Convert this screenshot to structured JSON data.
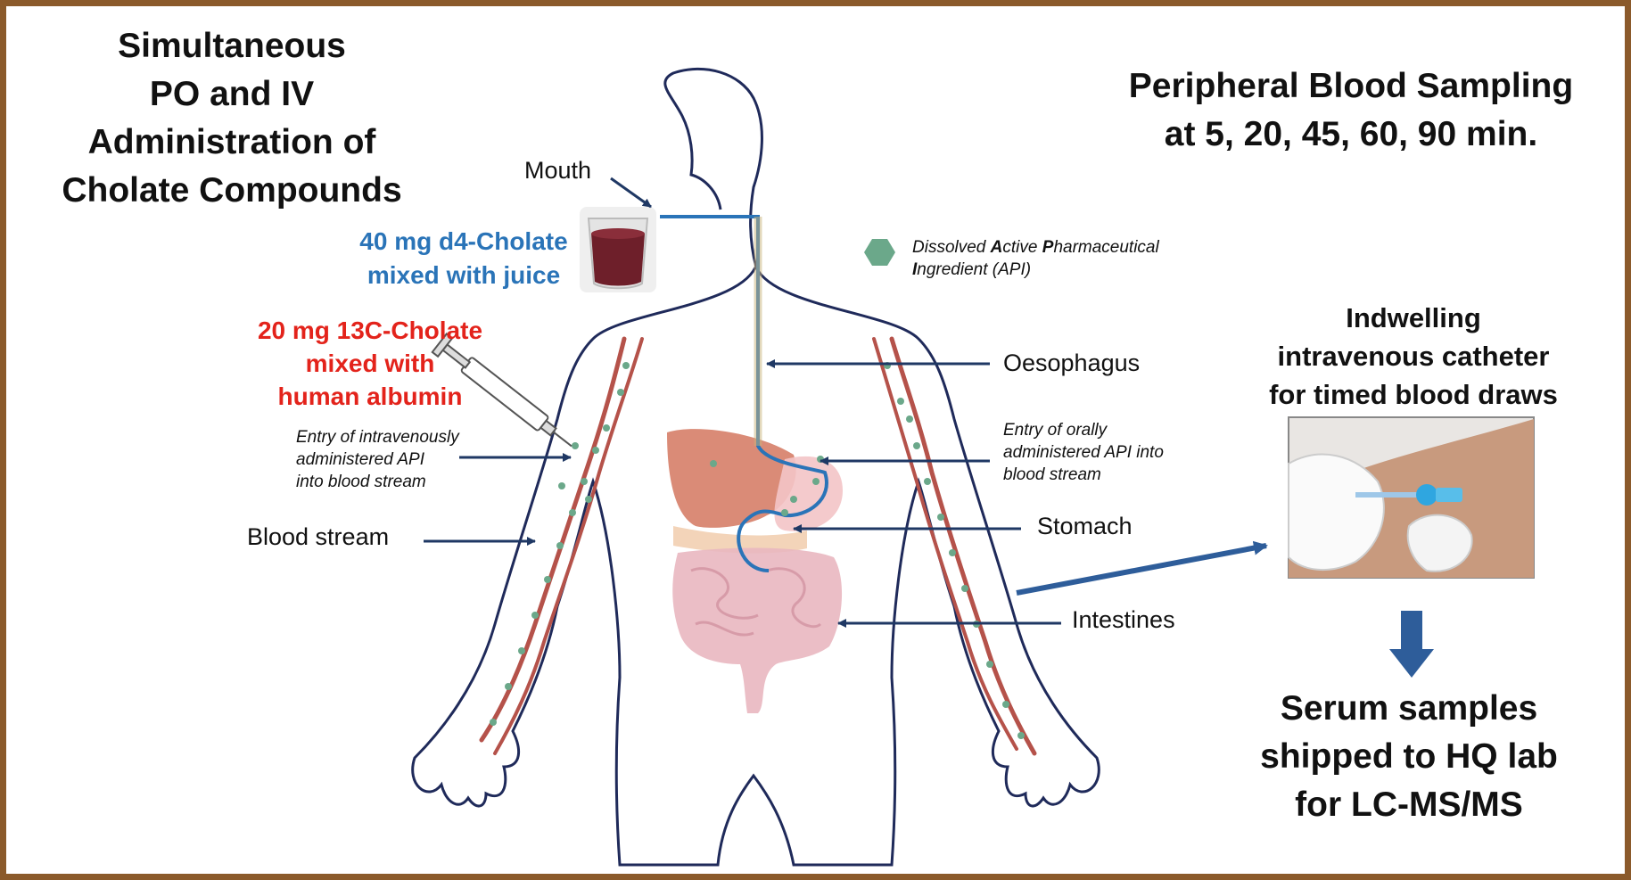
{
  "title_lines": [
    "Simultaneous",
    "PO and IV",
    "Administration of",
    "Cholate Compounds"
  ],
  "sampling_lines": [
    "Peripheral Blood Sampling",
    "at  5, 20, 45, 60, 90 min."
  ],
  "oral_dose_lines": [
    "40 mg d4-Cholate",
    "mixed with juice"
  ],
  "iv_dose_lines": [
    "20 mg 13C-Cholate",
    "mixed with",
    "human albumin"
  ],
  "labels": {
    "mouth": "Mouth",
    "blood_stream": "Blood stream",
    "oesophagus": "Oesophagus",
    "stomach": "Stomach",
    "intestines": "Intestines"
  },
  "iv_entry_lines": [
    "Entry of intravenously",
    "administered API",
    "into blood stream"
  ],
  "oral_entry_lines": [
    "Entry of orally",
    "administered API into",
    "blood stream"
  ],
  "legend_api": {
    "line1_parts": [
      "Dissolved ",
      "A",
      "ctive ",
      "P",
      "harmaceutical"
    ],
    "line2_parts": [
      "I",
      "ngredient (API)"
    ]
  },
  "catheter_lines": [
    "Indwelling",
    "intravenous catheter",
    "for timed blood draws"
  ],
  "serum_lines": [
    "Serum samples",
    "shipped to HQ lab",
    "for LC-MS/MS"
  ],
  "colors": {
    "frame": "#8B5A2B",
    "arrow": "#1F3864",
    "oral_dose": "#2A74B8",
    "iv_dose": "#E3231B",
    "api_particle": "#6BA88A",
    "vessel": "#B5524A",
    "liver": "#D4775F",
    "intestine": "#E9B7C0",
    "big_arrow": "#2E5D9A"
  }
}
